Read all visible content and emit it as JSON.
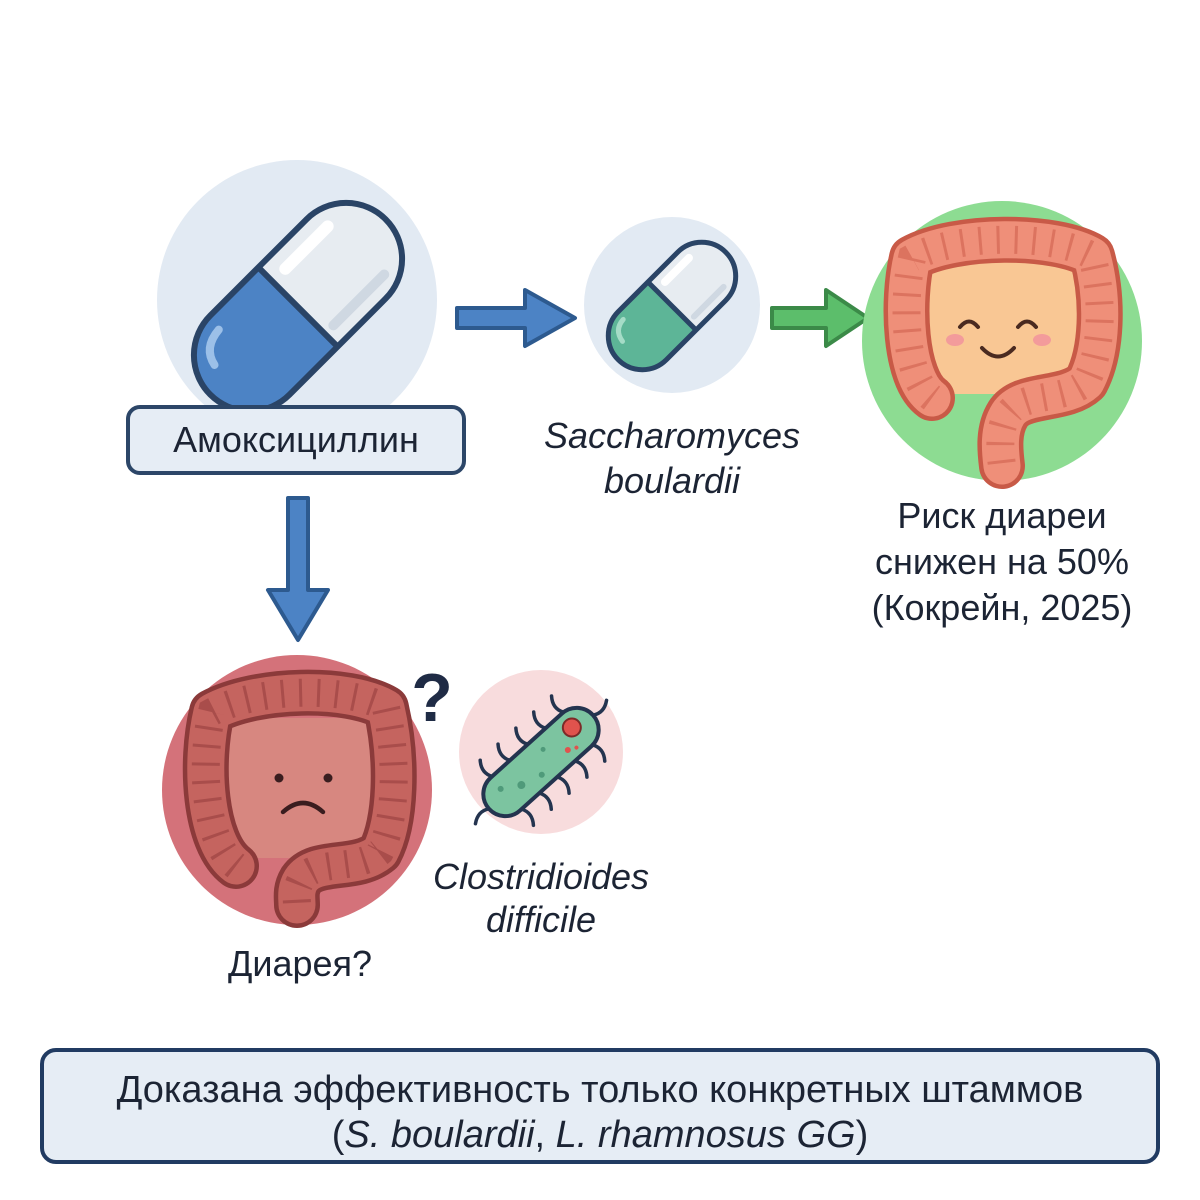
{
  "palette": {
    "backdrop_blue": "#e2eaf3",
    "backdrop_green": "#8ddc92",
    "backdrop_red": "#d4727a",
    "backdrop_pink": "#f8dcdd",
    "pill_blue": "#4c83c5",
    "pill_green": "#5db597",
    "arrow_blue": "#4c83c5",
    "arrow_green": "#5cbe6b",
    "panel_fill": "#e6edf5"
  },
  "nodes": {
    "antibiotic": {
      "icon": "capsule-pill-blue-icon",
      "label": "Амоксициллин"
    },
    "probiotic": {
      "icon": "capsule-pill-green-icon",
      "name_line1": "Saccharomyces",
      "name_line2": "boulardii"
    },
    "protected_gut": {
      "icon": "happy-intestine-icon",
      "line1": "Риск диареи",
      "line2": "снижен на 50%",
      "line3": "(Кокрейн, 2025)"
    },
    "affected_gut": {
      "icon": "sad-intestine-icon",
      "question_mark": "?",
      "label": "Диарея?"
    },
    "pathogen": {
      "icon": "bacterium-icon",
      "name_line1": "Clostridioides",
      "name_line2": "difficile"
    }
  },
  "arrows": {
    "to_probiotic": "arrow-right-icon",
    "to_protected_gut": "arrow-right-icon",
    "to_affected_gut": "arrow-down-icon"
  },
  "footer": {
    "line1": "Доказана эффективность только конкретных штаммов",
    "line2": {
      "open": "(",
      "strain1": "S. boulardii",
      "separator": ", ",
      "strain2": "L. rhamnosus GG",
      "close": ")"
    }
  }
}
